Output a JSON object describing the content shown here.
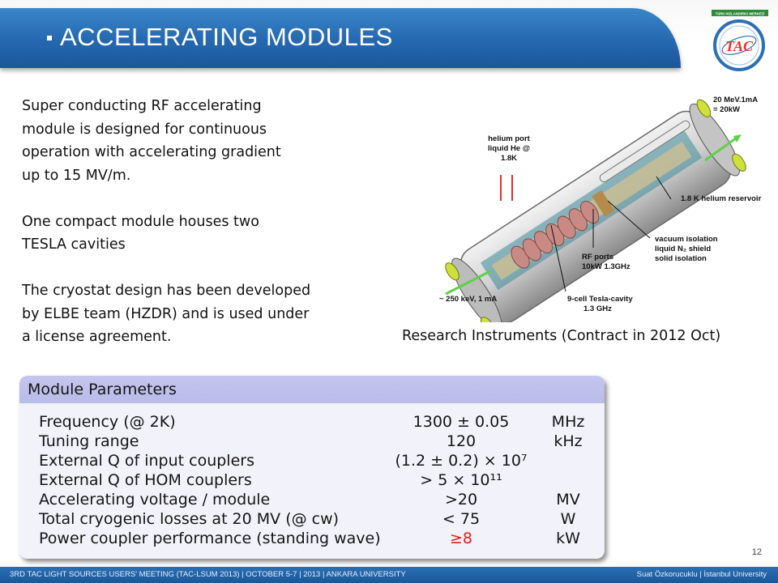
{
  "slide": {
    "title": "ACCELERATING MODULES",
    "page_number": "12"
  },
  "logo": {
    "text": "TAC",
    "arc_text": "TÜRK HIZLANDIRICI MERKEZİ",
    "colors": {
      "ring": "#2c6fb5",
      "text": "#e4342a",
      "accent": "#2c8c3a"
    }
  },
  "body": {
    "paragraphs": [
      [
        "Super conducting RF accelerating",
        "module is designed for continuous",
        "operation with accelerating gradient",
        "up to 15 MV/m."
      ],
      [
        "One compact module houses two",
        "TESLA cavities"
      ],
      [
        "The cryostat design has been developed",
        "by ELBE team (HZDR) and is used under",
        "a license agreement."
      ]
    ]
  },
  "diagram": {
    "labels": {
      "out_beam_1": "20 MeV.1mA",
      "out_beam_2": "= 20kW",
      "helium_port_1": "helium port",
      "helium_port_2": "liquid He @",
      "helium_port_3": "1.8K",
      "reservoir": "1.8 K helium reservoir",
      "vacuum_1": "vacuum isolation",
      "vacuum_2": "liquid N₂ shield",
      "vacuum_3": "solid isolation",
      "rf_ports_1": "RF ports",
      "rf_ports_2": "10kW 1.3GHz",
      "cavity_1": "9-cell Tesla-cavity",
      "cavity_2": "1.3 GHz",
      "in_beam": "~ 250 keV, 1 mA"
    },
    "caption": "Research Instruments (Contract in 2012 Oct)"
  },
  "parameters": {
    "title": "Module Parameters",
    "rows": [
      {
        "name": "Frequency (@ 2K)",
        "value": "1300 ± 0.05",
        "unit": "MHz"
      },
      {
        "name": "Tuning range",
        "value": "120",
        "unit": "kHz"
      },
      {
        "name": "External Q of input couplers",
        "value": "(1.2 ± 0.2) × 10⁷",
        "unit": ""
      },
      {
        "name": "External Q of HOM couplers",
        "value": "> 5 × 10¹¹",
        "unit": ""
      },
      {
        "name": "Accelerating voltage / module",
        "value": ">20",
        "unit": "MV"
      },
      {
        "name": "Total cryogenic losses at 20 MV (@ cw)",
        "value": "< 75",
        "unit": "W"
      },
      {
        "name": "Power coupler performance (standing wave)",
        "value": "≥8",
        "unit": "kW"
      }
    ]
  },
  "footer": {
    "left": "3RD TAC LIGHT SOURCES USERS' MEETING (TAC-LSUM 2013) | OCTOBER 5-7 | 2013 | ANKARA UNIVERSITY",
    "right": "Suat Özkorucuklu | İstanbul University"
  }
}
